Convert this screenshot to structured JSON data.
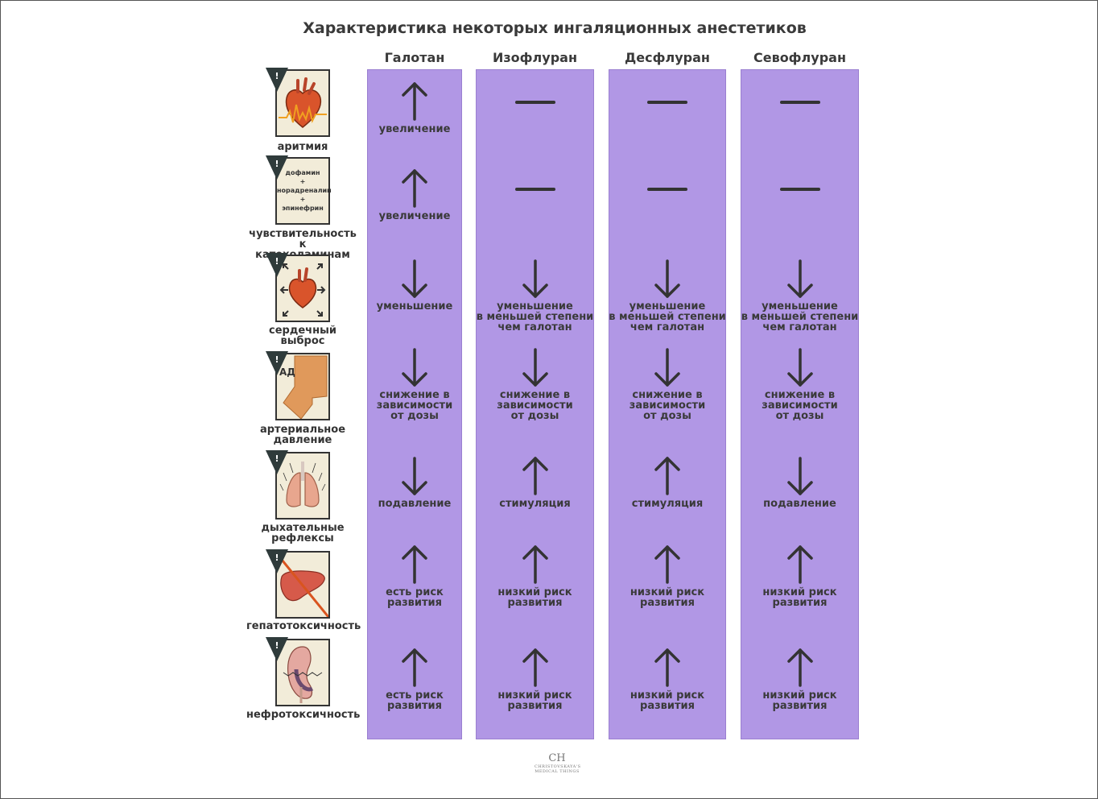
{
  "title": "Характеристика некоторых ингаляционных анестетиков",
  "columns": [
    "Галотан",
    "Изофлуран",
    "Десфлуран",
    "Севофлуран"
  ],
  "rows": [
    {
      "label": "аритмия",
      "icon": "arrhythmia-heart-icon"
    },
    {
      "label": "чувствительность к\nкатехоламинам",
      "icon": "catecholamines-icon"
    },
    {
      "label": "сердечный\nвыброс",
      "icon": "cardiac-output-heart-icon"
    },
    {
      "label": "артериальное\nдавление",
      "icon": "blood-pressure-icon"
    },
    {
      "label": "дыхательные\nрефлексы",
      "icon": "lungs-icon"
    },
    {
      "label": "гепатотоксичность",
      "icon": "liver-crossed-icon"
    },
    {
      "label": "нефротоксичность",
      "icon": "kidney-icon"
    }
  ],
  "catecholamine_icon_text": [
    "дофамин",
    "+",
    "норадреналин",
    "+",
    "эпинефрин"
  ],
  "bp_icon_text": "АД",
  "warning_mark": "!",
  "cells": [
    [
      {
        "symbol": "up",
        "text": "увеличение"
      },
      {
        "symbol": "dash",
        "text": ""
      },
      {
        "symbol": "dash",
        "text": ""
      },
      {
        "symbol": "dash",
        "text": ""
      }
    ],
    [
      {
        "symbol": "up",
        "text": "увеличение"
      },
      {
        "symbol": "dash",
        "text": ""
      },
      {
        "symbol": "dash",
        "text": ""
      },
      {
        "symbol": "dash",
        "text": ""
      }
    ],
    [
      {
        "symbol": "down",
        "text": "уменьшение"
      },
      {
        "symbol": "down",
        "text": "уменьшение\nв меньшей степени\nчем галотан"
      },
      {
        "symbol": "down",
        "text": "уменьшение\nв меньшей степени\nчем галотан"
      },
      {
        "symbol": "down",
        "text": "уменьшение\nв меньшей степени\nчем галотан"
      }
    ],
    [
      {
        "symbol": "down",
        "text": "снижение в\nзависимости\nот дозы"
      },
      {
        "symbol": "down",
        "text": "снижение в\nзависимости\nот дозы"
      },
      {
        "symbol": "down",
        "text": "снижение в\nзависимости\nот дозы"
      },
      {
        "symbol": "down",
        "text": "снижение в\nзависимости\nот дозы"
      }
    ],
    [
      {
        "symbol": "down",
        "text": "подавление"
      },
      {
        "symbol": "up",
        "text": "стимуляция"
      },
      {
        "symbol": "up",
        "text": "стимуляция"
      },
      {
        "symbol": "down",
        "text": "подавление"
      }
    ],
    [
      {
        "symbol": "up",
        "text": "есть риск\nразвития"
      },
      {
        "symbol": "up",
        "text": "низкий риск\nразвития"
      },
      {
        "symbol": "up",
        "text": "низкий риск\nразвития"
      },
      {
        "symbol": "up",
        "text": "низкий риск\nразвития"
      }
    ],
    [
      {
        "symbol": "up",
        "text": "есть риск\nразвития"
      },
      {
        "symbol": "up",
        "text": "низкий риск\nразвития"
      },
      {
        "symbol": "up",
        "text": "низкий риск\nразвития"
      },
      {
        "symbol": "up",
        "text": "низкий риск\nразвития"
      }
    ]
  ],
  "colors": {
    "column_fill": "#b197e5",
    "symbol": "#333333",
    "heart": "#d9542b",
    "icon_bg": "#f2ecd9"
  },
  "logo": {
    "mark": "CH",
    "text": "CHRISTOVSKAYA'S",
    "subtext": "MEDICAL THINGS"
  }
}
